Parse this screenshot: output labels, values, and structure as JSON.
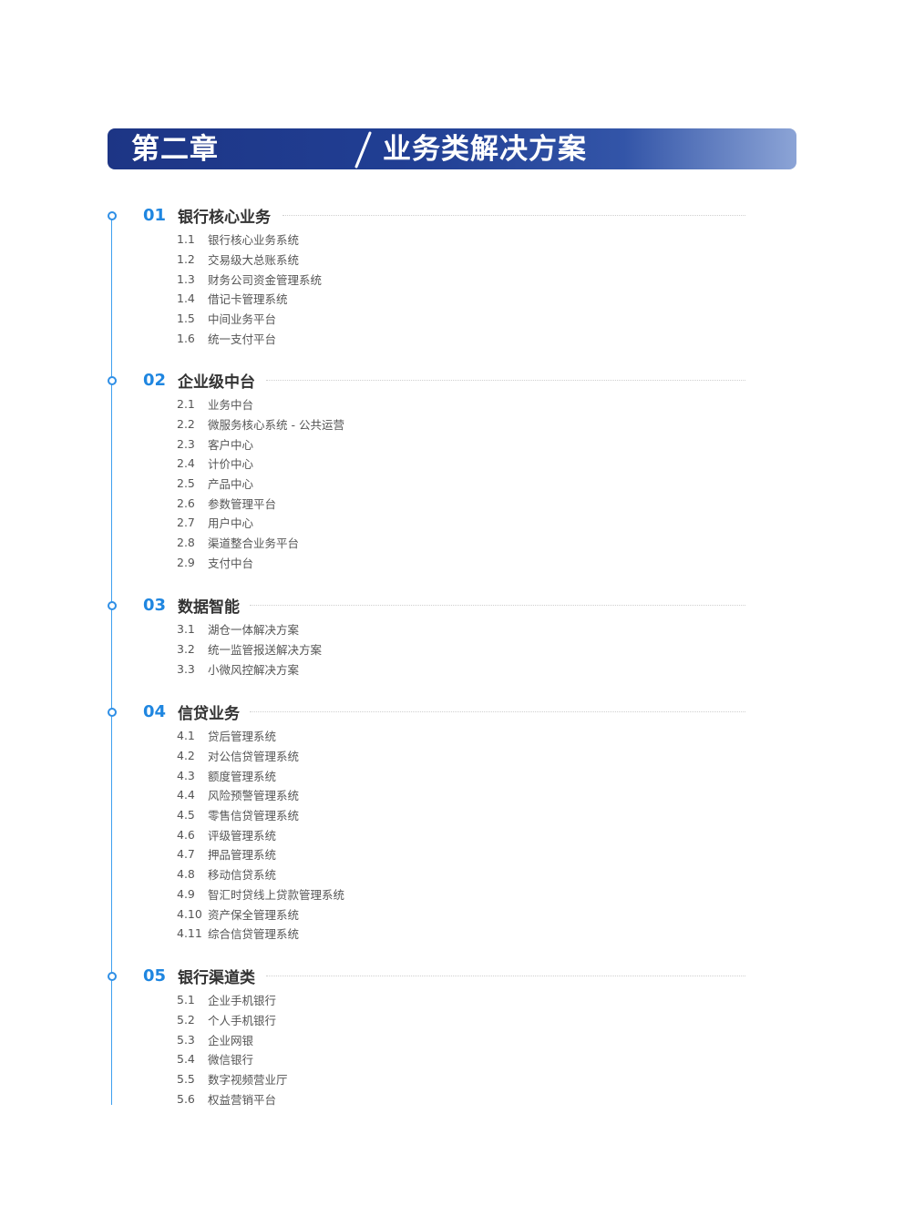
{
  "banner": {
    "chapter": "第二章",
    "title": "业务类解决方案"
  },
  "sections": [
    {
      "number": "01",
      "title": "银行核心业务",
      "items": [
        {
          "num": "1.1",
          "label": "银行核心业务系统"
        },
        {
          "num": "1.2",
          "label": "交易级大总账系统"
        },
        {
          "num": "1.3",
          "label": "财务公司资金管理系统"
        },
        {
          "num": "1.4",
          "label": "借记卡管理系统"
        },
        {
          "num": "1.5",
          "label": "中间业务平台"
        },
        {
          "num": "1.6",
          "label": "统一支付平台"
        }
      ]
    },
    {
      "number": "02",
      "title": "企业级中台",
      "items": [
        {
          "num": "2.1",
          "label": "业务中台"
        },
        {
          "num": "2.2",
          "label": "微服务核心系统 - 公共运营"
        },
        {
          "num": "2.3",
          "label": "客户中心"
        },
        {
          "num": "2.4",
          "label": "计价中心"
        },
        {
          "num": "2.5",
          "label": "产品中心"
        },
        {
          "num": "2.6",
          "label": "参数管理平台"
        },
        {
          "num": "2.7",
          "label": "用户中心"
        },
        {
          "num": "2.8",
          "label": "渠道整合业务平台"
        },
        {
          "num": "2.9",
          "label": "支付中台"
        }
      ]
    },
    {
      "number": "03",
      "title": "数据智能",
      "items": [
        {
          "num": "3.1",
          "label": "湖仓一体解决方案"
        },
        {
          "num": "3.2",
          "label": "统一监管报送解决方案"
        },
        {
          "num": "3.3",
          "label": "小微风控解决方案"
        }
      ]
    },
    {
      "number": "04",
      "title": "信贷业务",
      "items": [
        {
          "num": "4.1",
          "label": "贷后管理系统"
        },
        {
          "num": "4.2",
          "label": "对公信贷管理系统"
        },
        {
          "num": "4.3",
          "label": "额度管理系统"
        },
        {
          "num": "4.4",
          "label": "风险预警管理系统"
        },
        {
          "num": "4.5",
          "label": "零售信贷管理系统"
        },
        {
          "num": "4.6",
          "label": "评级管理系统"
        },
        {
          "num": "4.7",
          "label": "押品管理系统"
        },
        {
          "num": "4.8",
          "label": "移动信贷系统"
        },
        {
          "num": "4.9",
          "label": "智汇时贷线上贷款管理系统"
        },
        {
          "num": "4.10",
          "label": "资产保全管理系统"
        },
        {
          "num": "4.11",
          "label": "综合信贷管理系统"
        }
      ]
    },
    {
      "number": "05",
      "title": "银行渠道类",
      "items": [
        {
          "num": "5.1",
          "label": "企业手机银行"
        },
        {
          "num": "5.2",
          "label": "个人手机银行"
        },
        {
          "num": "5.3",
          "label": "企业网银"
        },
        {
          "num": "5.4",
          "label": "微信银行"
        },
        {
          "num": "5.5",
          "label": "数字视频营业厅"
        },
        {
          "num": "5.6",
          "label": "权益营销平台"
        }
      ]
    }
  ]
}
